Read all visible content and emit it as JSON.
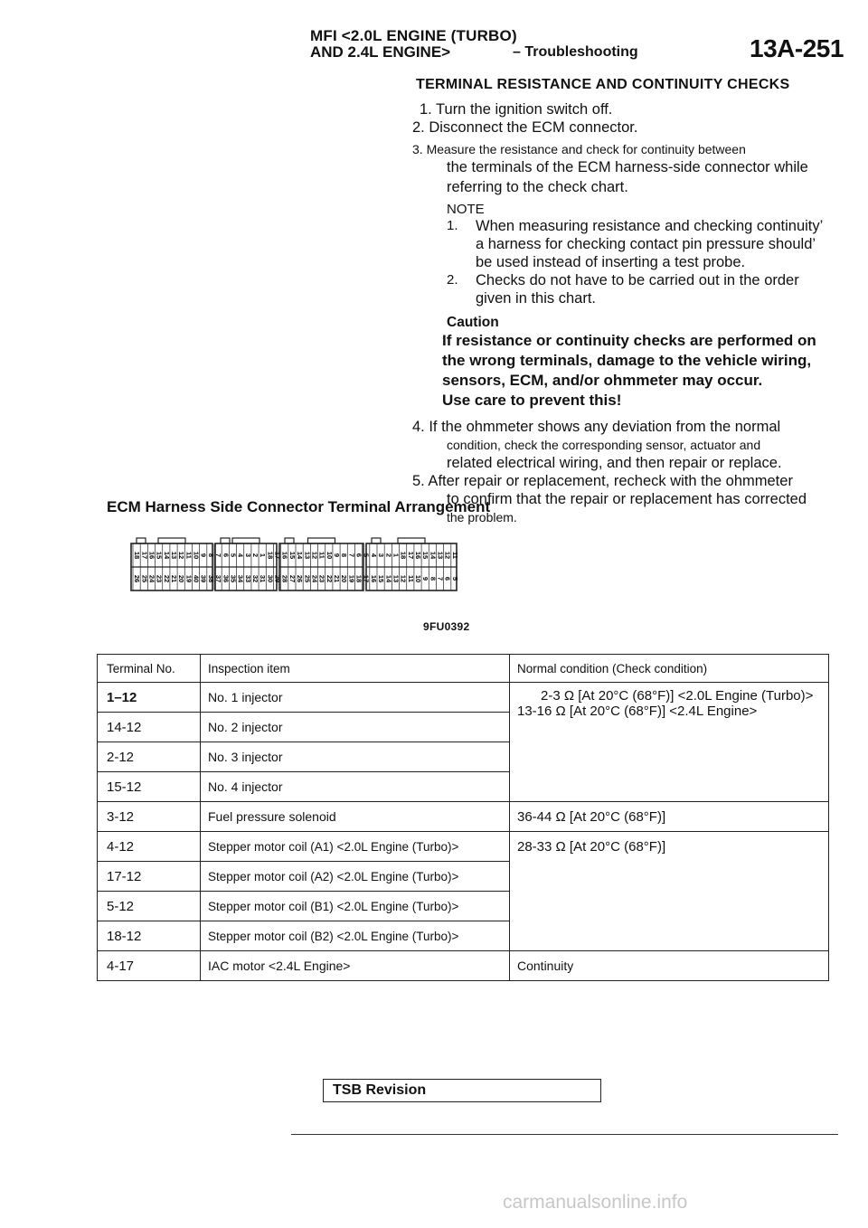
{
  "header": {
    "line1": "MFI <2.0L ENGINE (TURBO)",
    "line2": "AND 2.4L ENGINE>",
    "section": "– Troubleshooting",
    "page_number": "13A-251"
  },
  "section_title": "TERMINAL RESISTANCE AND CONTINUITY CHECKS",
  "steps": {
    "s1": "1. Turn the ignition switch off.",
    "s2": "2. Disconnect the ECM connector.",
    "s3_a": "3. Measure the resistance and check for continuity between",
    "s3_b": "the terminals of the ECM harness-side connector while",
    "s3_c": "referring to the check chart.",
    "s4_a": "4. If the ohmmeter shows any deviation from the normal",
    "s4_b": "condition, check the corresponding sensor, actuator and",
    "s4_c": "related electrical wiring, and then repair or replace.",
    "s5_a": "5. After repair or replacement, recheck with the ohmmeter",
    "s5_b": "to confirm that the repair or replacement has corrected",
    "s5_c": "the problem."
  },
  "note": {
    "label": "NOTE",
    "n1_num": "1.",
    "n1_a": "When measuring resistance and checking continuity’",
    "n1_b": "a harness for checking contact pin pressure should’",
    "n1_c": "be used instead of inserting a test probe.",
    "n2_num": "2.",
    "n2_a": "Checks do not have to be carried out in the order",
    "n2_b": "given in this chart."
  },
  "caution": {
    "label": "Caution",
    "l1": "If resistance or continuity checks are performed on",
    "l2": "the wrong terminals, damage to the vehicle wiring,",
    "l3": "sensors, ECM, and/or ohmmeter may occur.",
    "l4": "Use care to prevent this!"
  },
  "diagram": {
    "title": "ECM Harness Side Connector Terminal Arrangement",
    "code": "9FU0392",
    "top_row": [
      "18",
      "17",
      "16",
      "15",
      "14",
      "13",
      "12",
      "11",
      "10",
      "9",
      "8",
      "7",
      "6",
      "5",
      "4",
      "3",
      "2",
      "1"
    ],
    "bottom_row": [
      "26",
      "25",
      "24",
      "23",
      "22",
      "21",
      "20",
      "19",
      "40",
      "39",
      "38",
      "37",
      "36",
      "35",
      "34",
      "33",
      "32",
      "31",
      "30",
      "29",
      "28",
      "27",
      "26",
      "25",
      "24",
      "23",
      "22",
      "21",
      "20",
      "19",
      "18",
      "17",
      "16",
      "15",
      "14",
      "13",
      "12",
      "11",
      "10",
      "9",
      "8",
      "7",
      "6",
      "5"
    ]
  },
  "table": {
    "headers": [
      "Terminal No.",
      "Inspection item",
      "Normal condition (Check condition)"
    ],
    "rows": [
      {
        "terminal": "1–12",
        "item": "No. 1 injector"
      },
      {
        "terminal": "14-12",
        "item": "No. 2 injector"
      },
      {
        "terminal": "2-12",
        "item": "No. 3 injector"
      },
      {
        "terminal": "15-12",
        "item": "No. 4 injector"
      },
      {
        "terminal": "3-12",
        "item": "Fuel pressure solenoid"
      },
      {
        "terminal": "4-12",
        "item": "Stepper motor coil (A1) <2.0L Engine (Turbo)>"
      },
      {
        "terminal": "17-12",
        "item": "Stepper motor coil (A2) <2.0L Engine (Turbo)>"
      },
      {
        "terminal": "5-12",
        "item": "Stepper motor coil (B1) <2.0L Engine (Turbo)>"
      },
      {
        "terminal": "18-12",
        "item": "Stepper motor coil (B2) <2.0L Engine (Turbo)>"
      },
      {
        "terminal": "4-17",
        "item": "IAC motor <2.4L Engine>"
      }
    ],
    "cond_injector_a": "2-3 Ω [At 20°C (68°F)] <2.0L Engine (Turbo)>",
    "cond_injector_b": "13-16 Ω [At 20°C (68°F)] <2.4L Engine>",
    "cond_fuel": "36-44 Ω [At 20°C (68°F)]",
    "cond_stepper": "28-33 Ω [At 20°C (68°F)]",
    "cond_iac": "Continuity"
  },
  "footer": {
    "tsb": "TSB Revision",
    "watermark": "carmanualsonline.info"
  }
}
